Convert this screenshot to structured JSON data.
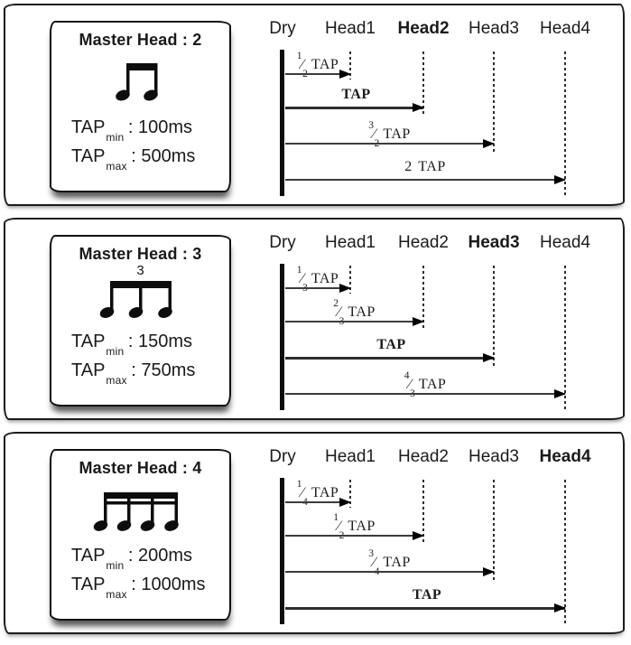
{
  "colors": {
    "ink": "#1a1a1a",
    "arrow_line": "#3c3c3c",
    "arrow_head": "#000000",
    "background": "#ffffff"
  },
  "panels": [
    {
      "note": {
        "title": "Master Head : 2",
        "icon": "eighth-notes",
        "tap_min": {
          "label": "TAP",
          "sub": "min",
          "rest": " : 100ms"
        },
        "tap_max": {
          "label": "TAP",
          "sub": "max",
          "rest": " : 500ms"
        }
      },
      "heads": [
        {
          "label": "Dry",
          "bold": false
        },
        {
          "label": "Head1",
          "bold": false
        },
        {
          "label": "Head2",
          "bold": true
        },
        {
          "label": "Head3",
          "bold": false
        },
        {
          "label": "Head4",
          "bold": false
        }
      ],
      "arrows": [
        {
          "pre": "",
          "sup": "1",
          "sub": "2",
          "tap": "TAP",
          "bold": false,
          "to": "Head1"
        },
        {
          "pre": "",
          "sup": "",
          "sub": "",
          "tap": "TAP",
          "bold": true,
          "to": "Head2"
        },
        {
          "pre": "",
          "sup": "3",
          "sub": "2",
          "tap": "TAP",
          "bold": false,
          "to": "Head3"
        },
        {
          "pre": "2",
          "sup": "",
          "sub": "",
          "tap": "TAP",
          "bold": false,
          "to": "Head4"
        }
      ]
    },
    {
      "note": {
        "title": "Master Head : 3",
        "icon": "triplet-notes",
        "tuplet_digit": "3",
        "tap_min": {
          "label": "TAP",
          "sub": "min",
          "rest": " : 150ms"
        },
        "tap_max": {
          "label": "TAP",
          "sub": "max",
          "rest": " : 750ms"
        }
      },
      "heads": [
        {
          "label": "Dry",
          "bold": false
        },
        {
          "label": "Head1",
          "bold": false
        },
        {
          "label": "Head2",
          "bold": false
        },
        {
          "label": "Head3",
          "bold": true
        },
        {
          "label": "Head4",
          "bold": false
        }
      ],
      "arrows": [
        {
          "pre": "",
          "sup": "1",
          "sub": "3",
          "tap": "TAP",
          "bold": false,
          "to": "Head1"
        },
        {
          "pre": "",
          "sup": "2",
          "sub": "3",
          "tap": "TAP",
          "bold": false,
          "to": "Head2"
        },
        {
          "pre": "",
          "sup": "",
          "sub": "",
          "tap": "TAP",
          "bold": true,
          "to": "Head3"
        },
        {
          "pre": "",
          "sup": "4",
          "sub": "3",
          "tap": "TAP",
          "bold": false,
          "to": "Head4"
        }
      ]
    },
    {
      "note": {
        "title": "Master Head : 4",
        "icon": "sixteenth-notes",
        "tap_min": {
          "label": "TAP",
          "sub": "min",
          "rest": " : 200ms"
        },
        "tap_max": {
          "label": "TAP",
          "sub": "max",
          "rest": " : 1000ms"
        }
      },
      "heads": [
        {
          "label": "Dry",
          "bold": false
        },
        {
          "label": "Head1",
          "bold": false
        },
        {
          "label": "Head2",
          "bold": false
        },
        {
          "label": "Head3",
          "bold": false
        },
        {
          "label": "Head4",
          "bold": true
        }
      ],
      "arrows": [
        {
          "pre": "",
          "sup": "1",
          "sub": "4",
          "tap": "TAP",
          "bold": false,
          "to": "Head1"
        },
        {
          "pre": "",
          "sup": "1",
          "sub": "2",
          "tap": "TAP",
          "bold": false,
          "to": "Head2"
        },
        {
          "pre": "",
          "sup": "3",
          "sub": "4",
          "tap": "TAP",
          "bold": false,
          "to": "Head3"
        },
        {
          "pre": "",
          "sup": "",
          "sub": "",
          "tap": "TAP",
          "bold": true,
          "to": "Head4"
        }
      ]
    }
  ]
}
